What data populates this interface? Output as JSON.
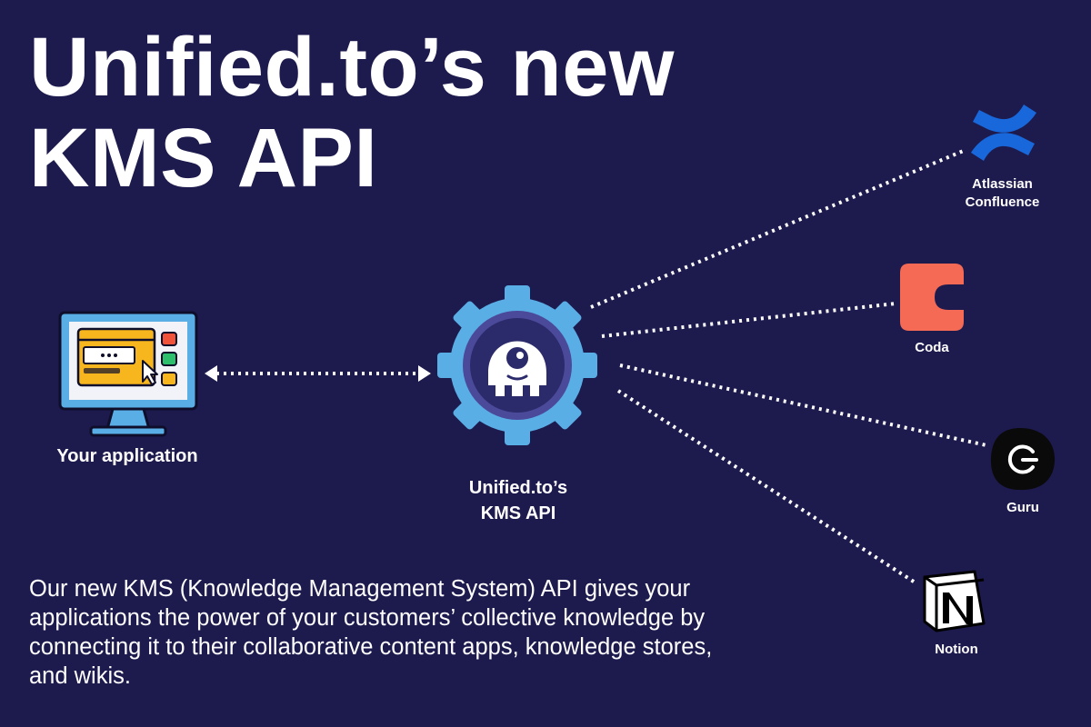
{
  "title": {
    "line1": "Unified.to’s new",
    "line2": "KMS API"
  },
  "hub": {
    "line1": "Unified.to’s",
    "line2": "KMS API"
  },
  "app": {
    "label": "Your application",
    "icon": "application-window-icon"
  },
  "integrations": [
    {
      "name_line1": "Atlassian",
      "name_line2": "Confluence",
      "icon": "confluence-icon",
      "color": "#1868db"
    },
    {
      "name": "Coda",
      "icon": "coda-icon",
      "color": "#f46a54"
    },
    {
      "name": "Guru",
      "icon": "guru-icon",
      "color": "#000000"
    },
    {
      "name": "Notion",
      "icon": "notion-icon",
      "color": "#ffffff"
    }
  ],
  "description": "Our new KMS (Knowledge Management System) API gives your applications the power of your customers’ collective knowledge by connecting it to their collaborative content apps, knowledge stores, and wikis.",
  "colors": {
    "background": "#1d1a4d",
    "gear": "#5aaee6",
    "gear_inner": "#2b2a6b",
    "connector": "#ffffff"
  }
}
